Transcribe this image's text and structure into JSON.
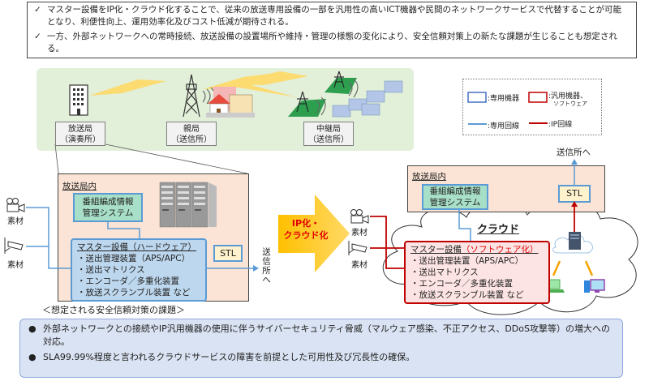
{
  "intro": {
    "check_glyph": "✓",
    "points": [
      "マスター設備をIP化・クラウド化することで、従来の放送専用設備の一部を汎用性の高いICT機器や民間のネットワークサービスで代替することが可能となり、利便性向上、運用効率化及びコスト低減が期待される。",
      "一方、外部ネットワークへの常時接続、放送設備の設置場所や維持・管理の様態の変化により、安全信頼対策上の新たな課題が生じることも想定される。"
    ]
  },
  "stations": [
    {
      "name": "放送局",
      "sub": "（演奏所）"
    },
    {
      "name": "親局",
      "sub": "（送信所）"
    },
    {
      "name": "中継局",
      "sub": "（送信所）"
    }
  ],
  "legend": {
    "dedicated_equipment": ":専用機器",
    "general_equipment": ":汎用機器、",
    "general_equipment_sub": "ソフトウェア",
    "dedicated_line": ":専用回線",
    "ip_line": ":IP回線",
    "colors": {
      "dedicated": "#4472c4",
      "ip": "#c00000",
      "dedicated_line": "#5b9bd5"
    }
  },
  "left": {
    "area_label": "放送局内",
    "program_system": [
      "番組編成情報",
      "管理システム"
    ],
    "master_title": "マスター設備（ハードウェア）",
    "master_items": [
      "・送出管理装置（APS/APC）",
      "・送出マトリクス",
      "・エンコーダ／多重化装置",
      "・放送スクランブル装置 など"
    ],
    "stl": "STL",
    "to_transmitter": "送信所へ",
    "materials": [
      "素材",
      "素材"
    ]
  },
  "arrow": {
    "line1": "IP化・",
    "line2": "クラウド化"
  },
  "right": {
    "area_label": "放送局内",
    "program_system": [
      "番組編成情報",
      "管理システム"
    ],
    "cloud_label": "クラウド",
    "master_title_a": "マスター設備",
    "master_title_b": "（ソフトウェア化）",
    "master_items": [
      "・送出管理装置（APS/APC）",
      "・送出マトリクス",
      "・エンコーダ／多重化装置",
      "・放送スクランブル装置 など"
    ],
    "stl": "STL",
    "to_transmitter": "送信所へ",
    "materials": [
      "素材",
      "素材"
    ]
  },
  "issues": {
    "title": "＜想定される安全信頼対策の課題＞",
    "bullet_glyph": "●",
    "items": [
      "外部ネットワークとの接続やIP汎用機器の使用に伴うサイバーセキュリティ脅威（マルウェア感染、不正アクセス、DDoS攻撃等）の増大への対応。",
      "SLA99.99%程度と言われるクラウドサービスの障害を前提とした可用性及び冗長性の確保。"
    ]
  }
}
